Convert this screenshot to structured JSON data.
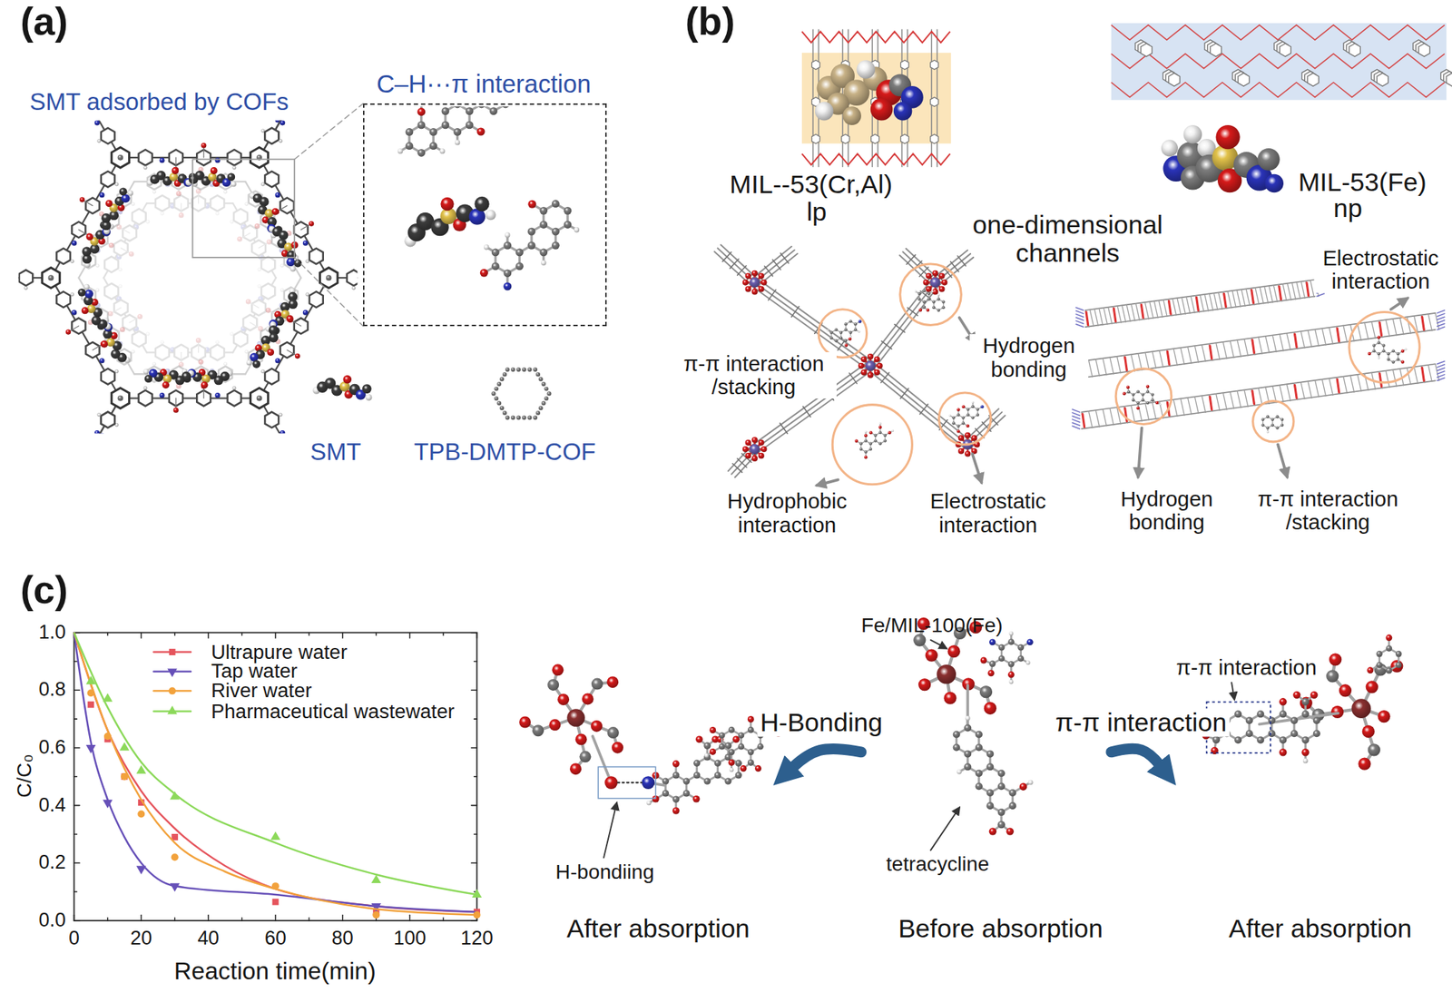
{
  "diagram": {
    "nodes": [
      {
        "text": [
          "C–H···π interaction"
        ]
      },
      {
        "text": [
          "H-bondiing",
          "After absorption"
        ]
      },
      {
        "text": [
          "Fe/MIL-100(Fe)",
          "tetracycline",
          "Before absorption"
        ]
      },
      {
        "text": [
          "π-π interaction",
          "After absorption"
        ]
      }
    ],
    "edges": [
      {
        "from": 2,
        "to": 1,
        "label": "H-Bonding",
        "arrow": "to"
      },
      {
        "from": 2,
        "to": 3,
        "label": "π-π interaction",
        "arrow": "to"
      }
    ],
    "labels": [
      "(a)",
      "SMT adsorbed by COFs",
      "SMT",
      "TPB-DMTP-COF",
      "(b)",
      "MIL--53(Cr,Al)",
      "lp",
      "MIL-53(Fe)",
      "np",
      "one-dimensional channels",
      "π-π interaction /stacking",
      "Hydrogen bonding",
      "Hydrophobic interaction",
      "Electrostatic interaction",
      "Electrostatic interaction",
      "Hydrogen bonding",
      "π-π interaction /stacking",
      "(c)",
      "1.0",
      "0.8",
      "0.6",
      "0.4",
      "0.2",
      "0.0",
      "0",
      "20",
      "40",
      "60",
      "80",
      "100",
      "120",
      "C/C₀",
      "Reaction time(min)"
    ],
    "legend": [
      {
        "text": "Ultrapure water"
      },
      {
        "text": "Tap water"
      },
      {
        "text": "River water"
      },
      {
        "text": "Pharmaceutical wastewater"
      }
    ]
  }
}
